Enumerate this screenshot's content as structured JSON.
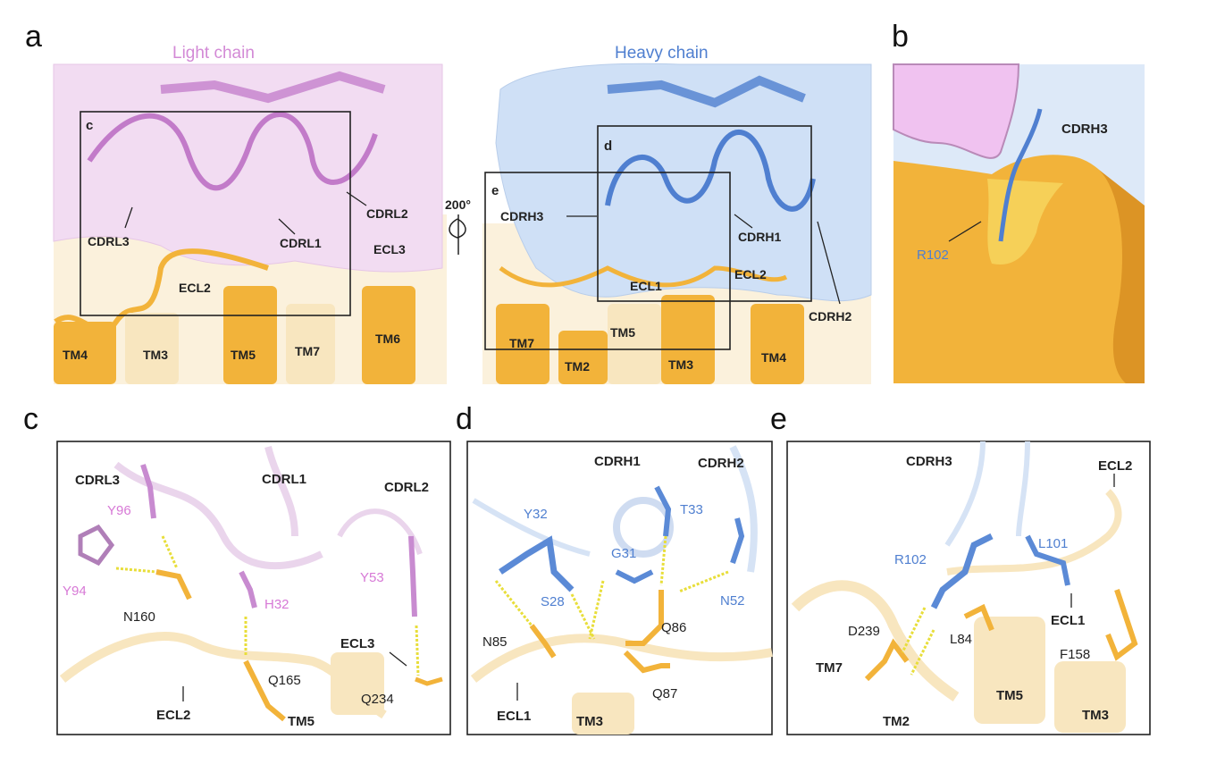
{
  "panels": {
    "a": {
      "letter": "a",
      "light_title": "Light chain",
      "heavy_title": "Heavy chain",
      "rotation": "200°",
      "box_c": "c",
      "box_d": "d",
      "box_e": "e",
      "light_labels": [
        "CDRL3",
        "CDRL1",
        "CDRL2",
        "ECL2",
        "ECL3",
        "TM4",
        "TM3",
        "TM5",
        "TM7",
        "TM6"
      ],
      "heavy_labels": [
        "CDRH3",
        "CDRH1",
        "ECL1",
        "ECL2",
        "CDRH2",
        "TM7",
        "TM5",
        "TM2",
        "TM3",
        "TM4"
      ]
    },
    "b": {
      "letter": "b",
      "cdr": "CDRH3",
      "residue": "R102"
    },
    "c": {
      "letter": "c",
      "labels": [
        "CDRL3",
        "CDRL1",
        "CDRL2",
        "ECL3",
        "ECL2",
        "TM5"
      ],
      "residues_light": [
        "Y96",
        "Y94",
        "H32",
        "Y53"
      ],
      "residues_receptor": [
        "N160",
        "Q165",
        "Q234"
      ]
    },
    "d": {
      "letter": "d",
      "labels": [
        "CDRH1",
        "CDRH2",
        "ECL1",
        "TM3"
      ],
      "residues_heavy": [
        "Y32",
        "T33",
        "G31",
        "S28",
        "N52"
      ],
      "residues_receptor": [
        "N85",
        "Q86",
        "Q87"
      ]
    },
    "e": {
      "letter": "e",
      "labels": [
        "CDRH3",
        "ECL2",
        "ECL1",
        "TM7",
        "TM5",
        "TM2",
        "TM3"
      ],
      "residues_heavy": [
        "R102",
        "L101"
      ],
      "residues_receptor": [
        "D239",
        "L84",
        "F158"
      ]
    }
  },
  "colors": {
    "light_chain": "#d38ad6",
    "light_surface": "#f3dff3",
    "heavy_chain": "#4f7fd0",
    "heavy_surface": "#cfe0f6",
    "receptor": "#f2b33a",
    "receptor_pale": "#f8e6bf",
    "hbond": "#e8de3a"
  }
}
